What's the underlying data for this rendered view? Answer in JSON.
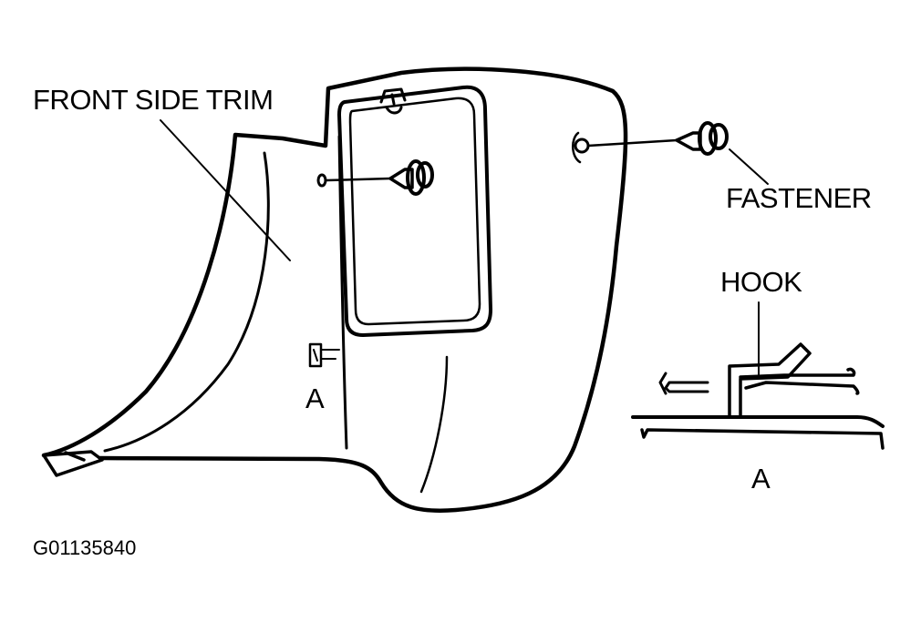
{
  "labels": {
    "front_side_trim": "FRONT SIDE TRIM",
    "fastener": "FASTENER",
    "hook": "HOOK",
    "view_ref_main": "A",
    "view_ref_detail": "A",
    "figure_id": "G01135840"
  },
  "colors": {
    "ink": "#000000",
    "background": "#ffffff"
  },
  "icons": [
    "fastener-clip-icon",
    "hook-icon"
  ]
}
